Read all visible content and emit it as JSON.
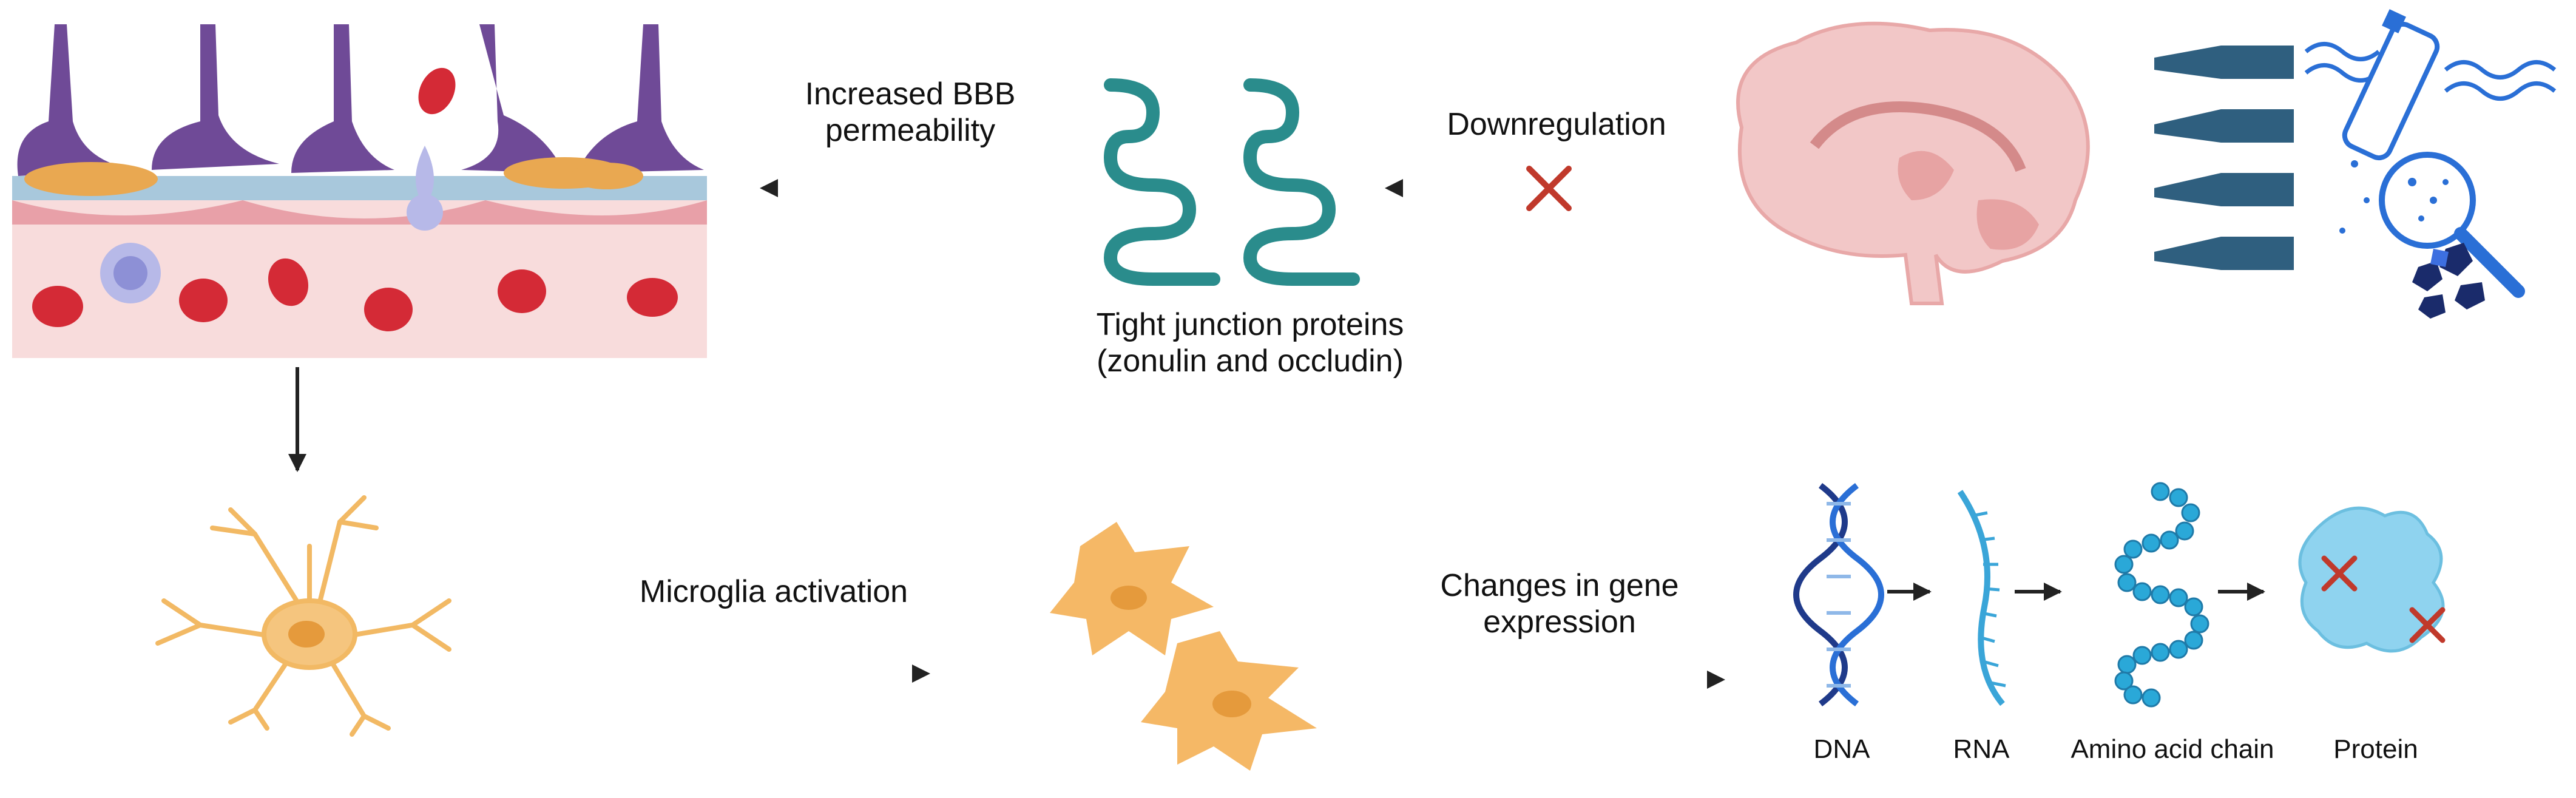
{
  "labels": {
    "increased_bbb": "Increased BBB\npermeability",
    "downregulation": "Downregulation",
    "tight_junction": "Tight junction proteins\n(zonulin and occludin)",
    "microglia_activation": "Microglia activation",
    "gene_expression": "Changes in gene\nexpression",
    "dna": "DNA",
    "rna": "RNA",
    "amino_acid_chain": "Amino acid chain",
    "protein": "Protein"
  },
  "colors": {
    "arrow": "#222222",
    "tight_junction": "#2a8c8c",
    "cross": "#c0392b",
    "microglia": "#f2b964",
    "microglia_nucleus": "#e59a3c",
    "dna_strand": "#1f3a8a",
    "rna_strand": "#3aa5d8",
    "amino_bead": "#2aa8d8",
    "protein": "#8fd3ef",
    "brain": "#f2c7c7",
    "microplastic_arrow": "#2f5f7f",
    "bottle": "#2a6fd6",
    "vessel_purple": "#6f4a97",
    "red_cell": "#d42a36",
    "tissue_pink": "#f8dcdc"
  },
  "icons": [
    "blood-brain-barrier-illustration",
    "tight-junction-protein-icon",
    "brain-icon",
    "microplastic-source-icon",
    "resting-microglia-icon",
    "activated-microglia-icon",
    "dna-icon",
    "rna-icon",
    "amino-acid-chain-icon",
    "damaged-protein-icon",
    "inhibition-cross-icon"
  ]
}
